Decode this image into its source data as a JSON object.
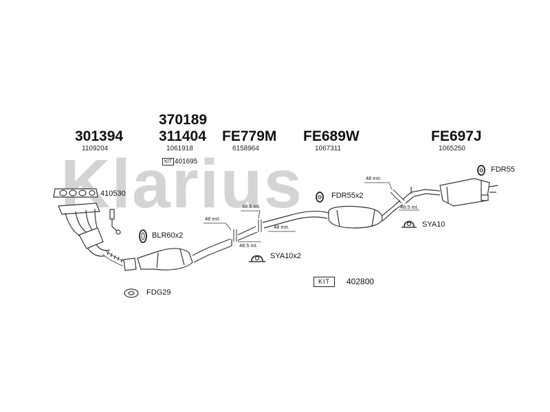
{
  "watermark": {
    "text": "Klarius",
    "color": "#d4d4d4"
  },
  "parts": [
    {
      "main": "301394",
      "sub": "1109204"
    },
    {
      "main_top": "370189",
      "main": "311404",
      "sub": "1061918",
      "kit": "KIT",
      "kit_number": "401695"
    },
    {
      "main": "FE779M",
      "sub": "6158964"
    },
    {
      "main": "FE689W",
      "sub": "1067311"
    },
    {
      "main": "FE697J",
      "sub": "1065250"
    }
  ],
  "fittings": {
    "gasket_410530": "410530",
    "clamp_blr": "BLR60x2",
    "gasket_fdg": "FDG29",
    "clamp_sya10x2": "SYA10x2",
    "rubber_fdr55x2": "FDR55x2",
    "clamp_sya10": "SYA10",
    "rubber_fdr55": "FDR55",
    "kit_label": "KIT",
    "kit_number": "402800"
  },
  "dimensions": {
    "d1": "48 ext.",
    "d2": "48.5 int.",
    "d3": "48.5 int.",
    "d4": "48 ext.",
    "d5": "48 ext.",
    "d6": "48.5 int."
  },
  "colors": {
    "line": "#333333",
    "fill": "#ffffff"
  }
}
